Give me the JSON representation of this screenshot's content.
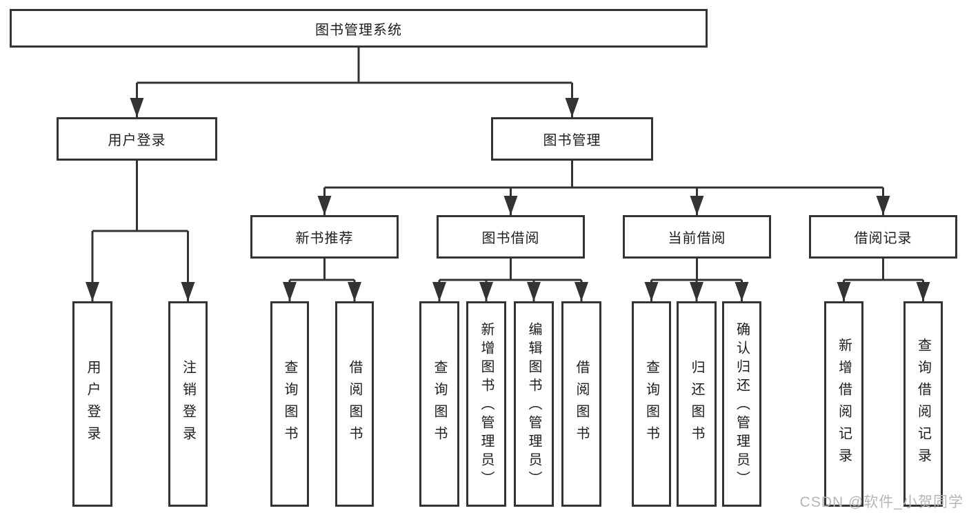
{
  "diagram": {
    "root": {
      "label": "图书管理系统"
    },
    "user_login": {
      "label": "用户登录",
      "children": [
        {
          "label": "用户登录"
        },
        {
          "label": "注销登录"
        }
      ]
    },
    "book_management": {
      "label": "图书管理",
      "modules": [
        {
          "label": "新书推荐",
          "children": [
            {
              "label": "查询图书"
            },
            {
              "label": "借阅图书"
            }
          ]
        },
        {
          "label": "图书借阅",
          "children": [
            {
              "label": "查询图书"
            },
            {
              "label": "新增图书（管理员）"
            },
            {
              "label": "编辑图书（管理员）"
            },
            {
              "label": "借阅图书"
            }
          ]
        },
        {
          "label": "当前借阅",
          "children": [
            {
              "label": "查询图书"
            },
            {
              "label": "归还图书"
            },
            {
              "label": "确认归还（管理员）"
            }
          ]
        },
        {
          "label": "借阅记录",
          "children": [
            {
              "label": "新增借阅记录"
            },
            {
              "label": "查询借阅记录"
            }
          ]
        }
      ]
    }
  },
  "watermark": {
    "text": "CSDN @软件_小贺同学"
  },
  "colors": {
    "line": "#333333",
    "box_border": "#333333",
    "text": "#1d1d1d",
    "watermark": "#b5b5b5",
    "background": "#ffffff"
  }
}
